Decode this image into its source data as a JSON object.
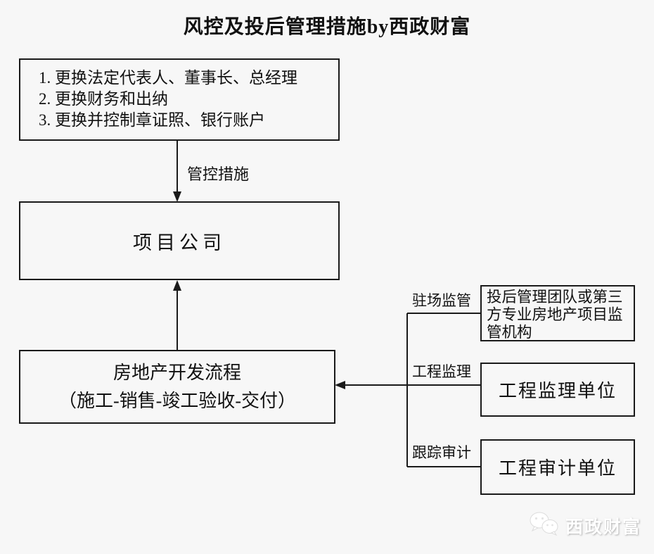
{
  "page": {
    "title": "风控及投后管理措施by西政财富",
    "background_color": "#f7f7f7",
    "line_color": "#1a1a1a"
  },
  "boxes": {
    "measures": {
      "text": "1. 更换法定代表人、董事长、总经理\n2. 更换财务和出纳\n3. 更换并控制章证照、银行账户"
    },
    "project_company": {
      "label": "项目公司"
    },
    "dev_process": {
      "line1": "房地产开发流程",
      "line2": "（施工-销售-竣工验收-交付）"
    },
    "supervision_team": {
      "text": "投后管理团队或第三方专业房地产项目监管机构"
    },
    "engineering_supervisor": {
      "label": "工程监理单位"
    },
    "audit_unit": {
      "label": "工程审计单位"
    }
  },
  "connectors": {
    "control_measures_label": "管控措施",
    "onsite_supervision_label": "驻场监管",
    "engineering_supervision_label": "工程监理",
    "tracking_audit_label": "跟踪审计"
  },
  "watermark": {
    "text": "西政财富",
    "icon": "wechat-icon"
  }
}
